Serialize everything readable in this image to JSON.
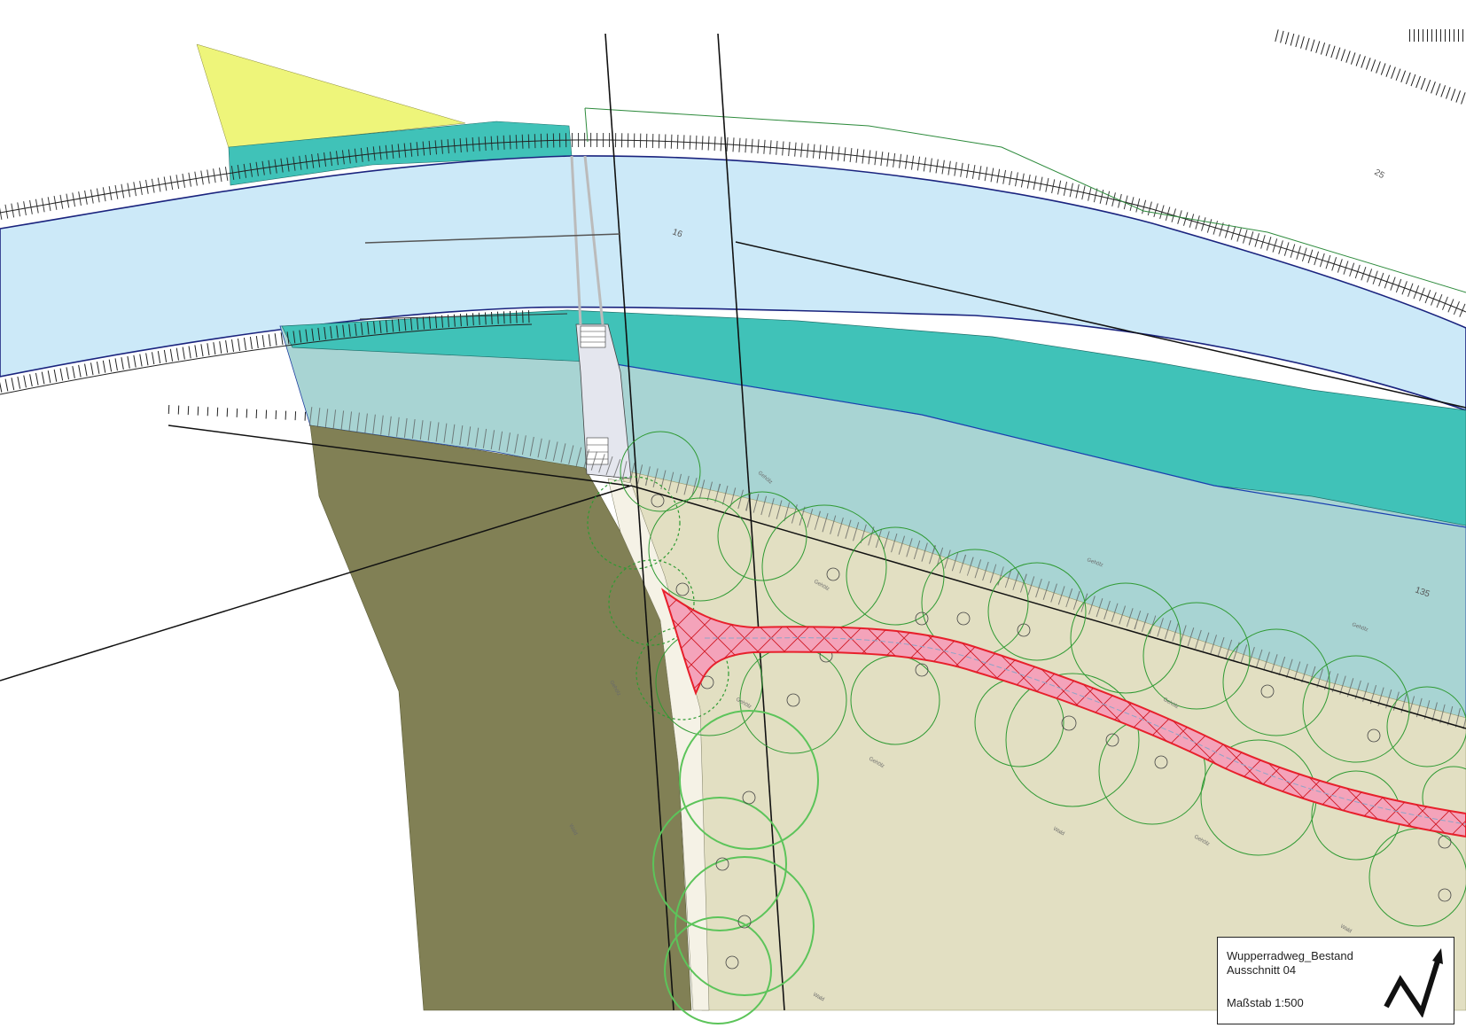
{
  "plan": {
    "title": "Wupperradweg_Bestand",
    "subtitle": "Ausschnitt 04",
    "scale": "Maßstab 1:500"
  },
  "labels": {
    "parcel_16": "16",
    "parcel_25": "25",
    "parcel_135": "135",
    "gehoelz": "Gehölz",
    "wald": "Wald"
  },
  "icons": {
    "north_arrow": "north-arrow-icon"
  },
  "colors": {
    "river": "#cce9f8",
    "embankment": "#40c2b8",
    "floodplain": "#a8d4d3",
    "forest_slope": "#818055",
    "woodland": "#e2dfc2",
    "path_strip": "#f5f2e6",
    "bike_path": "#f4a3ba",
    "bike_path_outline": "#e8202c",
    "tree_canopy": "#2f9a33",
    "yellow_area": "#eef57a"
  }
}
